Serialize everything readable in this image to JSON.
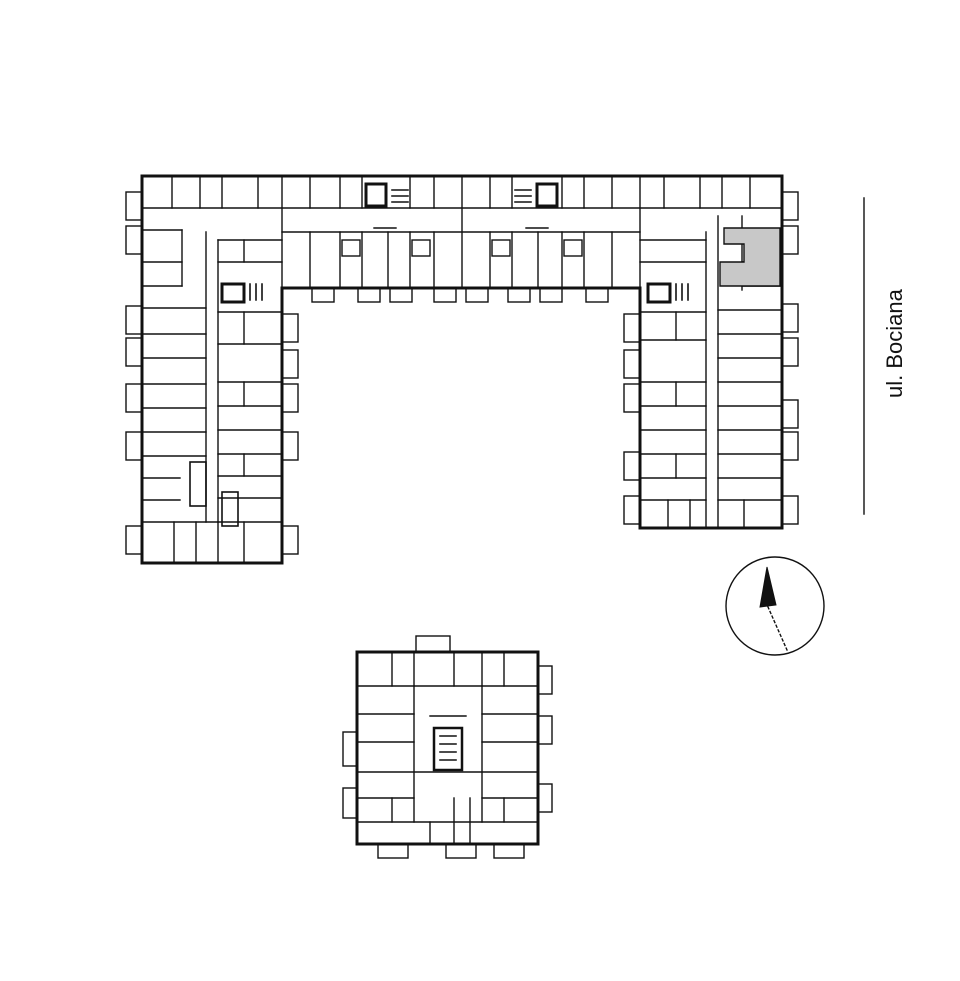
{
  "street": {
    "name": "ul. Bociana"
  },
  "compass": {
    "north_rotation_deg": 8
  },
  "highlight": {
    "fill": "#c8c8c8",
    "unit": "selected-apartment"
  },
  "colors": {
    "wall": "#111111",
    "background": "#ffffff"
  },
  "icons": [
    "compass-icon",
    "stair-icon"
  ]
}
